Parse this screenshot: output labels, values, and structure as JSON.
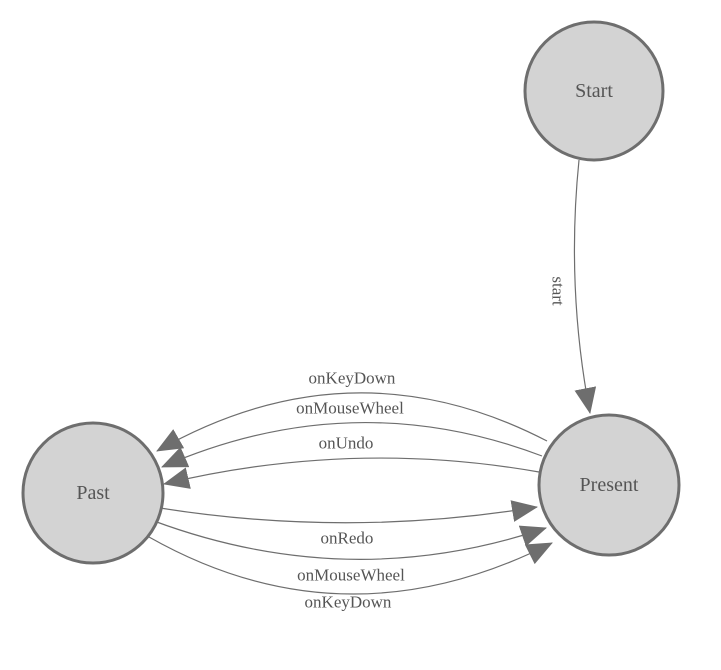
{
  "diagram": {
    "type": "state-machine",
    "nodes": [
      {
        "id": "start",
        "label": "Start"
      },
      {
        "id": "present",
        "label": "Present"
      },
      {
        "id": "past",
        "label": "Past"
      }
    ],
    "edges": [
      {
        "from": "start",
        "to": "present",
        "label": "start"
      },
      {
        "from": "present",
        "to": "past",
        "label": "onKeyDown"
      },
      {
        "from": "present",
        "to": "past",
        "label": "onMouseWheel"
      },
      {
        "from": "present",
        "to": "past",
        "label": "onUndo"
      },
      {
        "from": "past",
        "to": "present",
        "label": "onRedo"
      },
      {
        "from": "past",
        "to": "present",
        "label": "onMouseWheel"
      },
      {
        "from": "past",
        "to": "present",
        "label": "onKeyDown"
      }
    ],
    "colors": {
      "node_fill": "#d3d3d3",
      "node_stroke": "#6e6e6e",
      "edge_color": "#6e6e6e",
      "text_color": "#555555",
      "background": "#ffffff"
    }
  }
}
